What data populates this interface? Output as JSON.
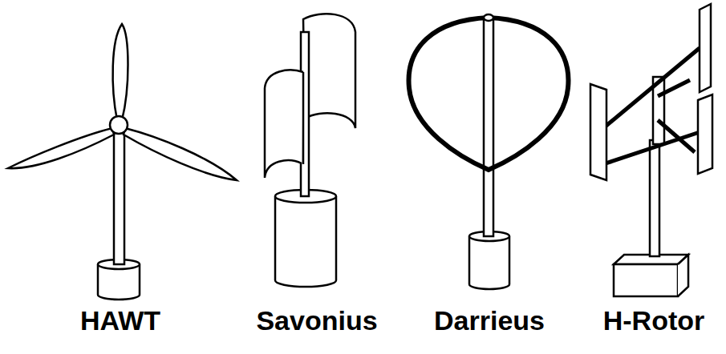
{
  "diagram": {
    "labels": [
      "HAWT",
      "Savonius",
      "Darrieus",
      "H-Rotor"
    ]
  }
}
